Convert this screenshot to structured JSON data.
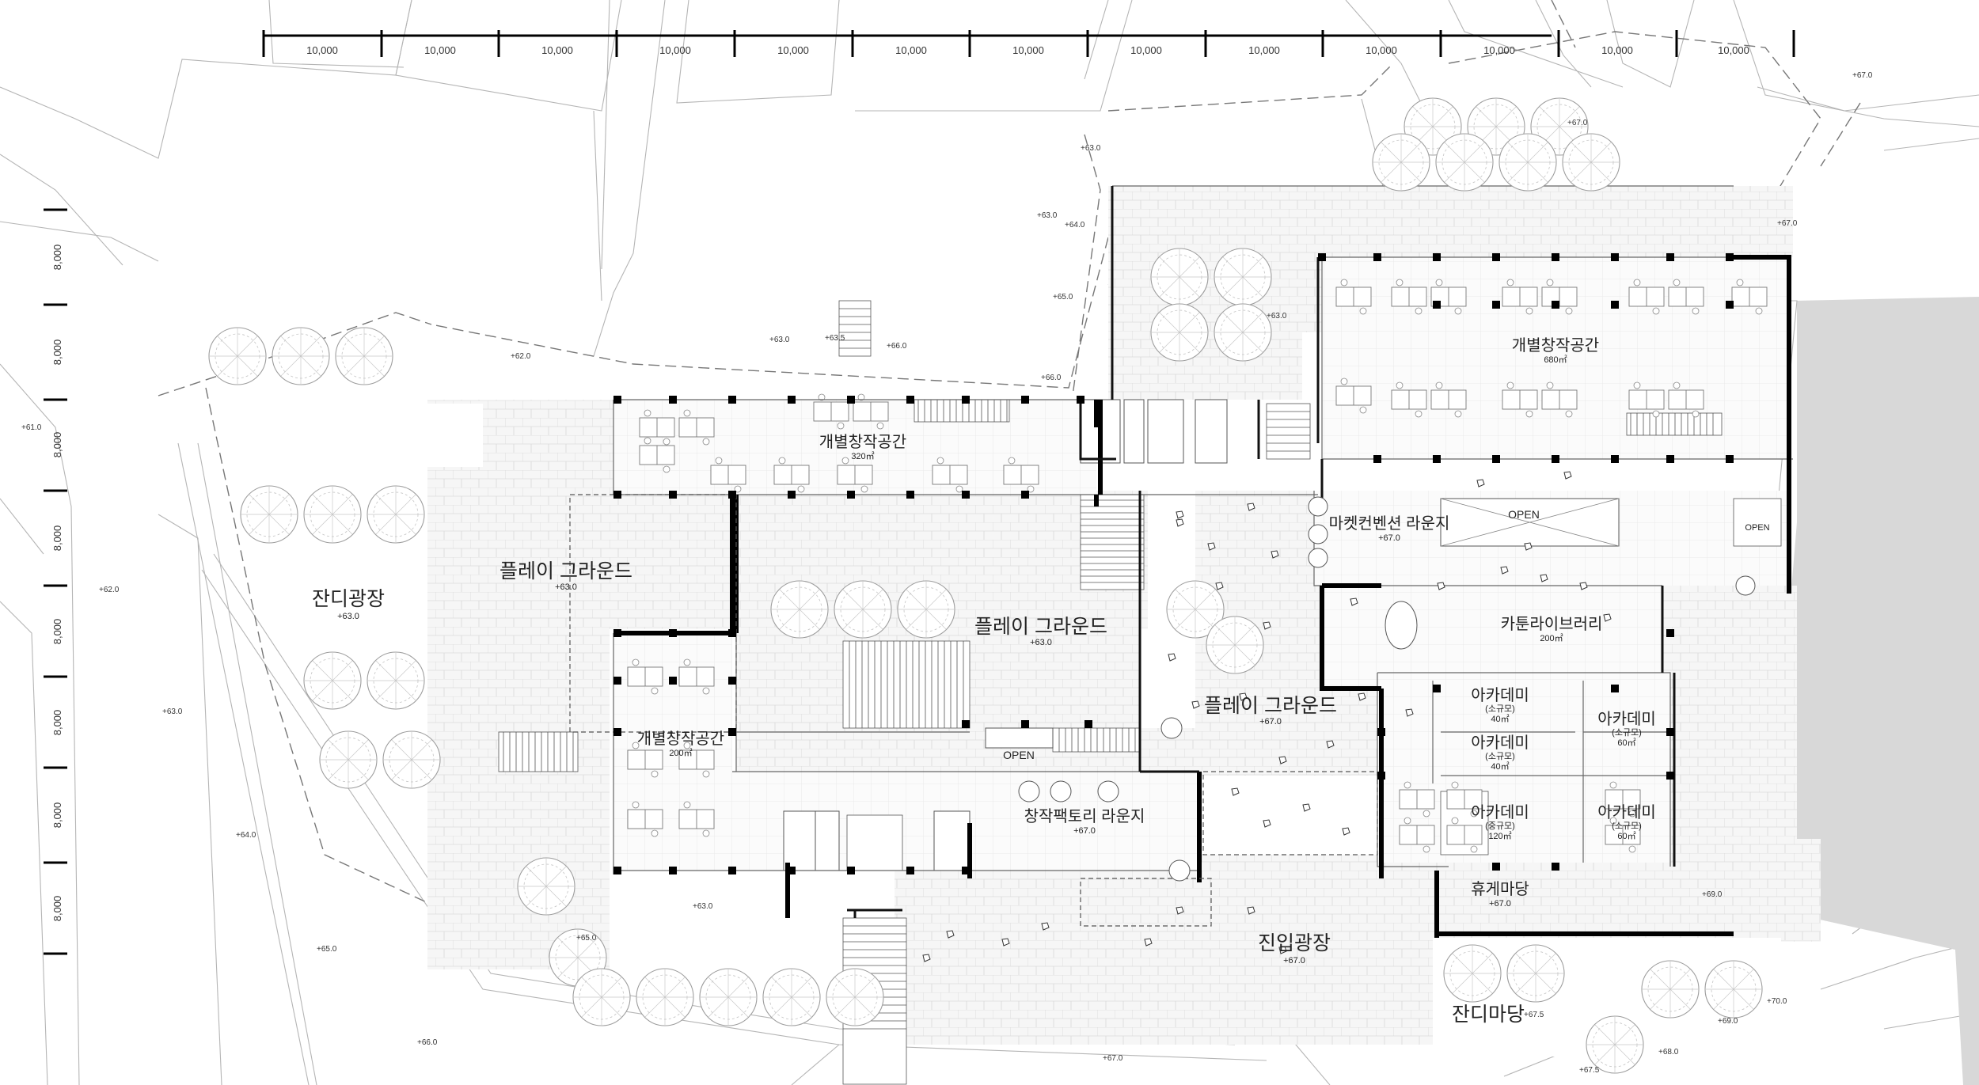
{
  "dimensions": {
    "top": [
      "10,000",
      "10,000",
      "10,000",
      "10,000",
      "10,000",
      "10,000",
      "10,000",
      "10,000",
      "10,000",
      "10,000",
      "10,000",
      "10,000",
      "10,000"
    ],
    "left": [
      "8,000",
      "8,000",
      "8,000",
      "8,000",
      "8,000",
      "8,000",
      "8,000",
      "8,000"
    ]
  },
  "rooms": {
    "workspace_320": {
      "name": "개별창작공간",
      "area": "320㎡"
    },
    "workspace_680": {
      "name": "개별창작공간",
      "area": "680㎡"
    },
    "workspace_200": {
      "name": "개별창작공간",
      "area": "200㎡"
    },
    "playground_main": {
      "name": "플레이 그라운드",
      "level": "+63.0"
    },
    "playground_west": {
      "name": "플레이 그라운드",
      "level": "+63.0"
    },
    "playground_east": {
      "name": "플레이 그라운드",
      "level": "+67.0"
    },
    "lawn_plaza": {
      "name": "잔디광장",
      "level": "+63.0"
    },
    "market_lounge": {
      "name": "마켓컨벤션 라운지",
      "level": "+67.0"
    },
    "cartoon_library": {
      "name": "카툰라이브러리",
      "area": "200㎡"
    },
    "factory_lounge": {
      "name": "창작팩토리 라운지",
      "level": "+67.0"
    },
    "academy_1": {
      "name": "아카데미",
      "size": "(소규모)",
      "area": "40㎡"
    },
    "academy_2": {
      "name": "아카데미",
      "size": "(소규모)",
      "area": "40㎡"
    },
    "academy_3": {
      "name": "아카데미",
      "size": "(소규모)",
      "area": "60㎡"
    },
    "academy_4": {
      "name": "아카데미",
      "size": "(중규모)",
      "area": "120㎡"
    },
    "academy_5": {
      "name": "아카데미",
      "size": "(소규모)",
      "area": "60㎡"
    },
    "rest_yard": {
      "name": "휴게마당",
      "level": "+67.0"
    },
    "entry_plaza": {
      "name": "진입광장",
      "level": "+67.0"
    },
    "lawn_yard": {
      "name": "잔디마당",
      "level": "+67.5"
    }
  },
  "open_labels": {
    "upper": "OPEN",
    "center": "OPEN",
    "stair": "OPEN"
  },
  "levels": {
    "l1": "+63.0",
    "l2": "+64.0",
    "l3": "+65.0",
    "l4": "+66.0",
    "l5": "+63.0",
    "l6": "+63.5",
    "l7": "+66.0",
    "l8": "+62.0",
    "l9": "+61.0",
    "l10": "+62.0",
    "l11": "+63.0",
    "l12": "+63.0",
    "l13": "+64.0",
    "l14": "+65.0",
    "l15": "+65.0",
    "l16": "+66.0",
    "l17": "+67.0",
    "l18": "+63.0",
    "l19": "+67.0",
    "l20": "+67.0",
    "l21": "+67.0",
    "l22": "+69.0",
    "l23": "+70.0",
    "l24": "+69.0",
    "l25": "+68.0",
    "l26": "+67.5",
    "l27": "+63.0"
  },
  "colors": {
    "ink": "#000000",
    "line": "#8a8a8a",
    "paving": "#f4f4f4",
    "slope": "#d7d7d7",
    "tree": "#9a9a9a"
  }
}
